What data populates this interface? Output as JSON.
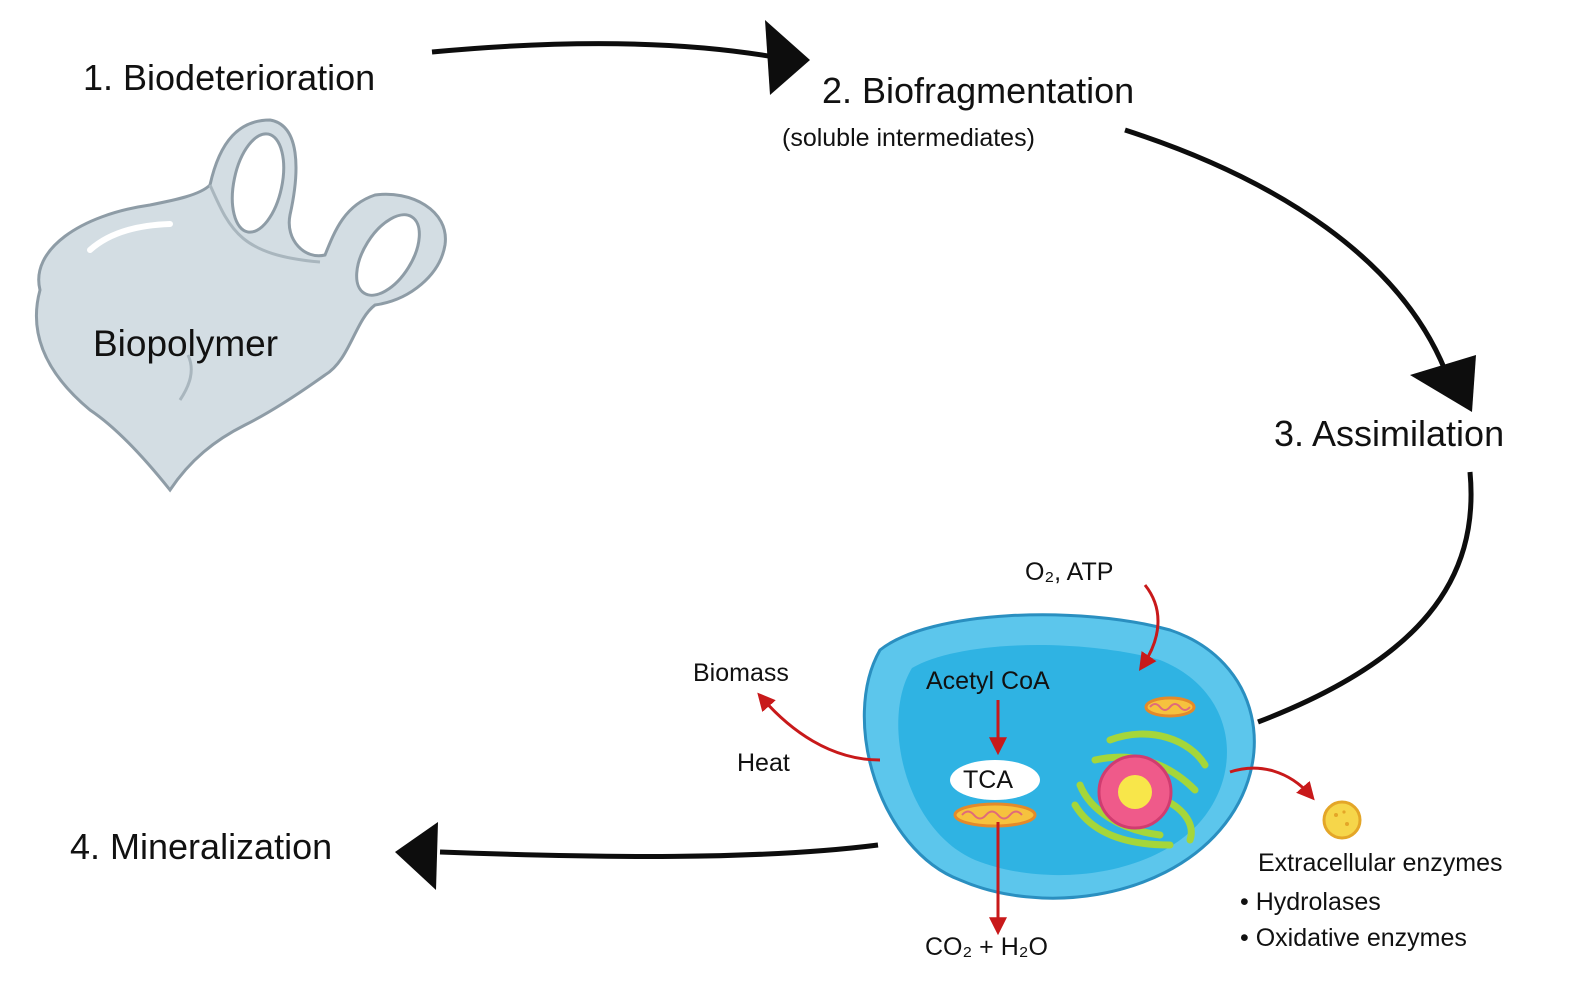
{
  "stages": {
    "s1": "1. Biodeterioration",
    "s2": "2. Biofragmentation",
    "s2_sub": "(soluble intermediates)",
    "s3": "3. Assimilation",
    "s4": "4. Mineralization"
  },
  "bag": {
    "label": "Biopolymer"
  },
  "cell": {
    "inputs": "O₂,  ATP",
    "acetyl": "Acetyl CoA",
    "tca": "TCA",
    "biomass": "Biomass",
    "heat": "Heat",
    "products": "CO₂ + H₂O"
  },
  "enzymes": {
    "title": "Extracellular enzymes",
    "items": [
      "Hydrolases",
      "Oxidative enzymes"
    ]
  },
  "colors": {
    "arrow": "#0d0d0d",
    "red_arrow": "#c8191a",
    "cell_outer": "#5cc6ec",
    "cell_inner": "#2fb3e3",
    "bag_fill": "#d3dde3",
    "bag_stroke": "#8e9ca6"
  }
}
